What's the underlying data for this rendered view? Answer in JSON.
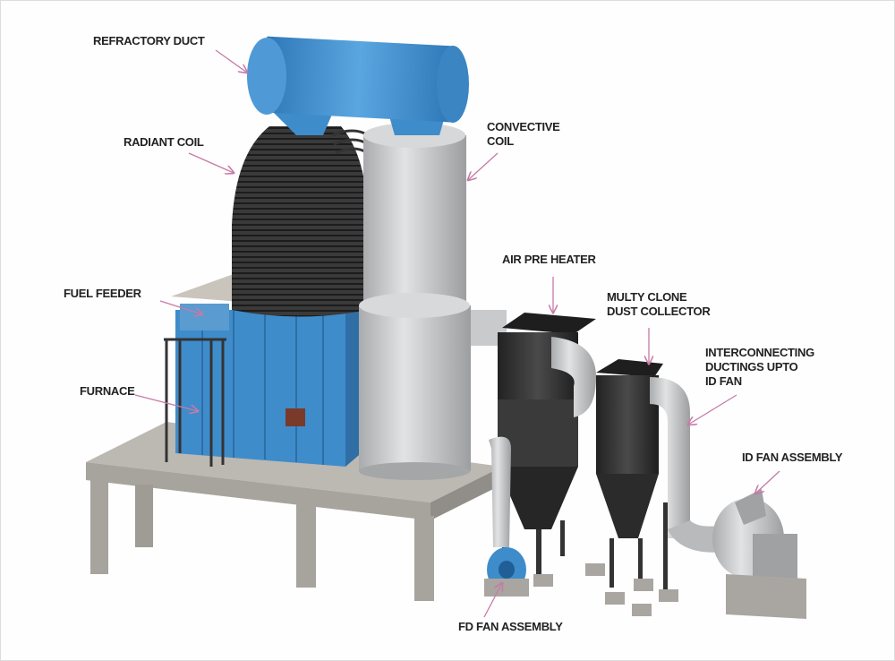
{
  "title": "Thermic fluid heater plant layout",
  "labels": {
    "refractory_duct": "REFRACTORY DUCT",
    "radiant_coil": "RADIANT COIL",
    "convective_coil_1": "CONVECTIVE",
    "convective_coil_2": "COIL",
    "fuel_feeder": "FUEL FEEDER",
    "furnace": "FURNACE",
    "air_pre_heater": "AIR PRE HEATER",
    "multiclone_1": "MULTY CLONE",
    "multiclone_2": "DUST COLLECTOR",
    "ducting_1": "INTERCONNECTING",
    "ducting_2": "DUCTINGS UPTO",
    "ducting_3": "ID FAN",
    "id_fan": "ID FAN ASSEMBLY",
    "fd_fan": "FD FAN ASSEMBLY"
  },
  "colors": {
    "arrow": "#c77aa6",
    "blue": "#3f8ccb",
    "dark": "#2e2e2e",
    "gray": "#c4c6c8",
    "platform": "#b3afa9"
  }
}
